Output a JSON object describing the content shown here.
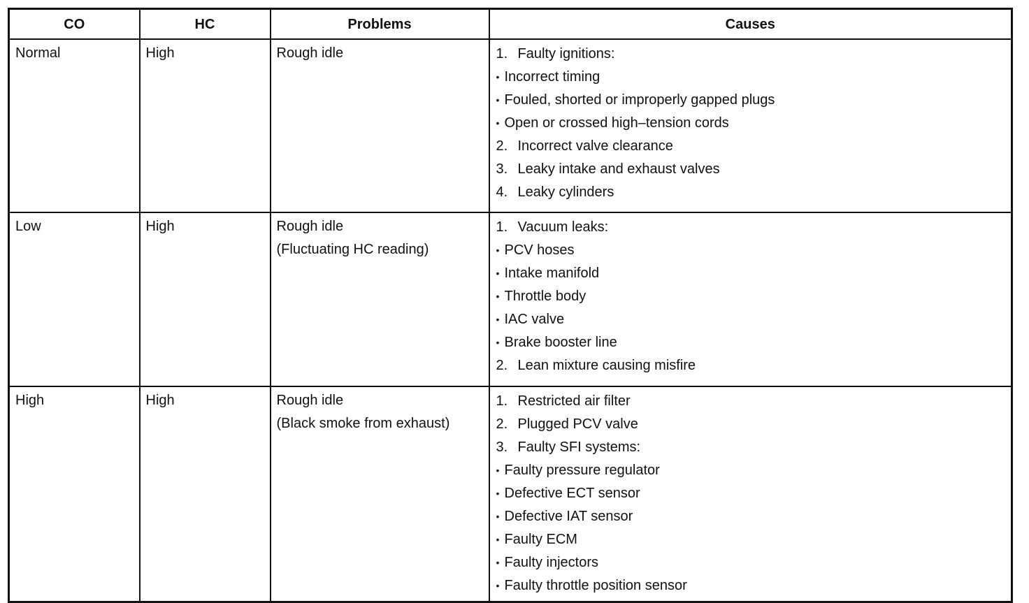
{
  "headers": {
    "co": "CO",
    "hc": "HC",
    "problems": "Problems",
    "causes": "Causes"
  },
  "rows": [
    {
      "co": "Normal",
      "hc": "High",
      "problems": [
        "Rough idle"
      ],
      "causes": [
        {
          "num": "1.",
          "text": "Faulty ignitions:"
        },
        {
          "bullet": "•",
          "text": "Incorrect timing"
        },
        {
          "bullet": "•",
          "text": "Fouled, shorted or improperly gapped plugs"
        },
        {
          "bullet": "•",
          "text": "Open or crossed high–tension cords"
        },
        {
          "num": "2.",
          "text": "Incorrect valve clearance"
        },
        {
          "num": "3.",
          "text": "Leaky intake and exhaust valves"
        },
        {
          "num": "4.",
          "text": "Leaky cylinders"
        }
      ]
    },
    {
      "co": "Low",
      "hc": "High",
      "problems": [
        "Rough idle",
        "(Fluctuating HC reading)"
      ],
      "causes": [
        {
          "num": "1.",
          "text": "Vacuum leaks:"
        },
        {
          "bullet": "•",
          "text": "PCV hoses"
        },
        {
          "bullet": "•",
          "text": "Intake manifold"
        },
        {
          "bullet": "•",
          "text": "Throttle body"
        },
        {
          "bullet": "•",
          "text": "IAC valve"
        },
        {
          "bullet": "•",
          "text": "Brake booster line"
        },
        {
          "num": "2.",
          "text": "Lean mixture causing misfire"
        }
      ]
    },
    {
      "co": "High",
      "hc": "High",
      "problems": [
        "Rough idle",
        "(Black smoke from exhaust)"
      ],
      "causes": [
        {
          "num": "1.",
          "text": "Restricted air filter"
        },
        {
          "num": "2.",
          "text": "Plugged PCV valve"
        },
        {
          "num": "3.",
          "text": "Faulty SFI systems:"
        },
        {
          "bullet": "•",
          "text": "Faulty pressure regulator"
        },
        {
          "bullet": "•",
          "text": "Defective ECT sensor"
        },
        {
          "bullet": "•",
          "text": "Defective IAT sensor"
        },
        {
          "bullet": "•",
          "text": "Faulty ECM"
        },
        {
          "bullet": "•",
          "text": "Faulty injectors"
        },
        {
          "bullet": "•",
          "text": "Faulty throttle position sensor"
        }
      ]
    }
  ]
}
